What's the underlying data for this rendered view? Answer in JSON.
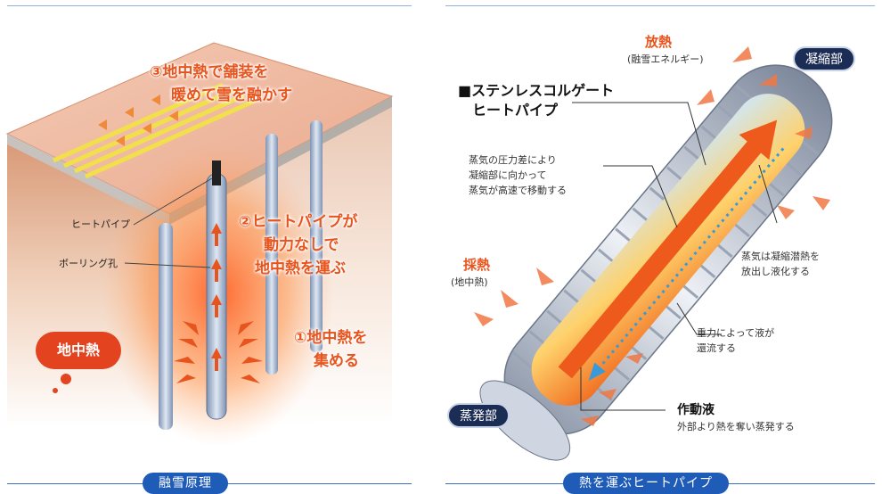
{
  "left": {
    "caption": "融雪原理",
    "step3": [
      "③地中熱で舗装を",
      "暖めて雪を融かす"
    ],
    "step2": [
      "②ヒートパイプが",
      "動力なしで",
      "地中熱を運ぶ"
    ],
    "step1": [
      "①地中熱を",
      "集める"
    ],
    "heat_pipe_label": "ヒートパイプ",
    "boring_label": "ボーリング孔",
    "geothermal_badge": "地中熱"
  },
  "right": {
    "caption": "熱を運ぶヒートパイプ",
    "title": [
      "■ステンレスコルゲート",
      "ヒートパイプ"
    ],
    "release_heat": "放熱",
    "release_sub": "(融雪エネルギー)",
    "collect_heat": "採熱",
    "collect_sub": "(地中熱)",
    "condenser": "凝縮部",
    "evaporator": "蒸発部",
    "vapor_note": [
      "蒸気の圧力差により",
      "凝縮部に向かって",
      "蒸気が高速で移動する"
    ],
    "condense_note": [
      "蒸気は凝縮潜熱を",
      "放出し液化する"
    ],
    "gravity_note": [
      "重力によって液が",
      "還流する"
    ],
    "fluid_title": "作動液",
    "fluid_note": "外部より熱を奪い蒸発する"
  },
  "colors": {
    "accent": "#e8541d",
    "caption_bg": "#1f5cb8",
    "pill_dark": "#1c2d55"
  }
}
